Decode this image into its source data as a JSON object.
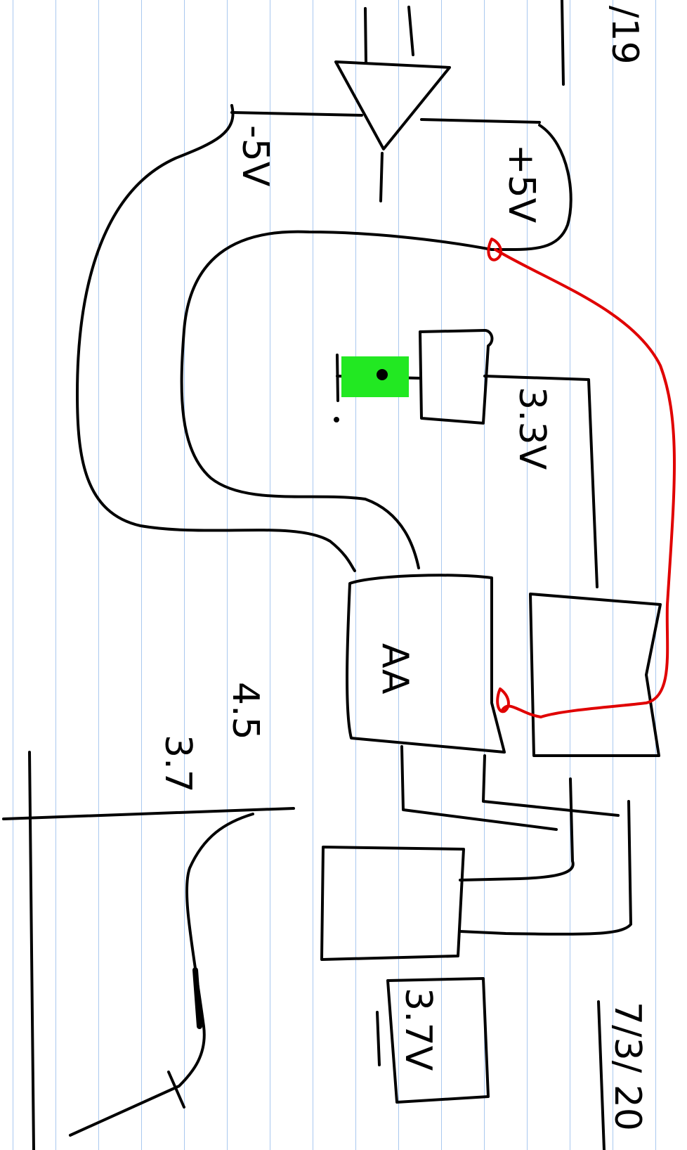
{
  "notebook": {
    "rule_color": "#a9c8ef",
    "ink_color": "#000000",
    "red_ink_color": "#e00000",
    "highlight_color": "#22e822"
  },
  "labels": {
    "date_top": "/19",
    "minus_5v": "-5V",
    "plus_5v": "+5V",
    "v3_3": "3.3V",
    "aa": "AA",
    "v4_5": "4.5",
    "v3_7_small": "3.7",
    "v3_7_boxed": "3.7V",
    "date_bottom": "7/3/ 20"
  }
}
